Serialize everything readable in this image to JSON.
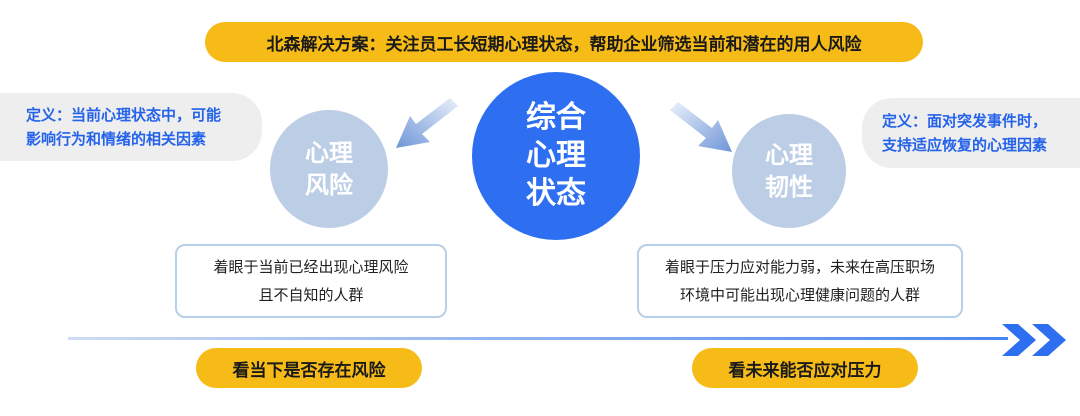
{
  "banner": {
    "text": "北森解决方案：关注员工长短期心理状态，帮助企业筛选当前和潜在的用人风险"
  },
  "center": {
    "lines": [
      "综合",
      "心理",
      "状态"
    ]
  },
  "left": {
    "definition": [
      "定义：当前心理状态中，可能",
      "影响行为和情绪的相关因素"
    ],
    "circle": [
      "心理",
      "风险"
    ],
    "description": [
      "着眼于当前已经出现心理风险",
      "且不自知的人群"
    ],
    "pill": "看当下是否存在风险"
  },
  "right": {
    "definition": [
      "定义：面对突发事件时，",
      "支持适应恢复的心理因素"
    ],
    "circle": [
      "心理",
      "韧性"
    ],
    "description": [
      "着眼于压力应对能力弱，未来在高压职场",
      "环境中可能出现心理健康问题的人群"
    ],
    "pill": "看未来能否应对压力"
  },
  "colors": {
    "accent_yellow": "#f7bb17",
    "primary_blue": "#2e6ff2",
    "light_blue": "#bccde6",
    "definition_text": "#2563eb"
  },
  "icons": {
    "direction": "chevron-double-right-icon"
  }
}
